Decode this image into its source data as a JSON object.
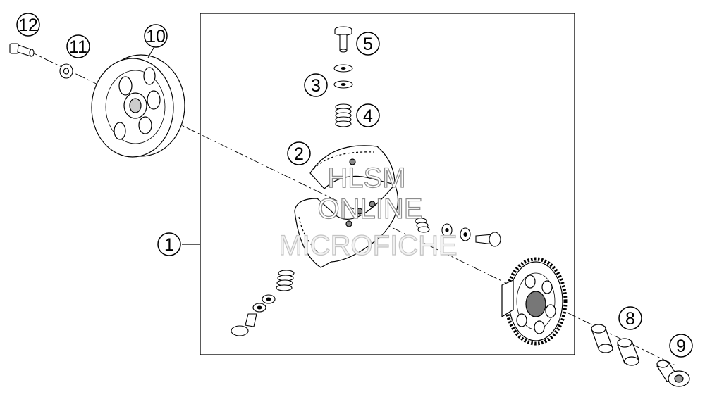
{
  "diagram": {
    "callouts": [
      {
        "id": "1",
        "label": "1"
      },
      {
        "id": "2",
        "label": "2"
      },
      {
        "id": "3",
        "label": "3"
      },
      {
        "id": "4",
        "label": "4"
      },
      {
        "id": "5",
        "label": "5"
      },
      {
        "id": "8",
        "label": "8"
      },
      {
        "id": "9",
        "label": "9"
      },
      {
        "id": "10",
        "label": "10"
      },
      {
        "id": "11",
        "label": "11"
      },
      {
        "id": "12",
        "label": "12"
      }
    ],
    "watermark": {
      "line1": "HLSM",
      "line2": "ONLINE",
      "line3": "MICROFICHE"
    }
  }
}
